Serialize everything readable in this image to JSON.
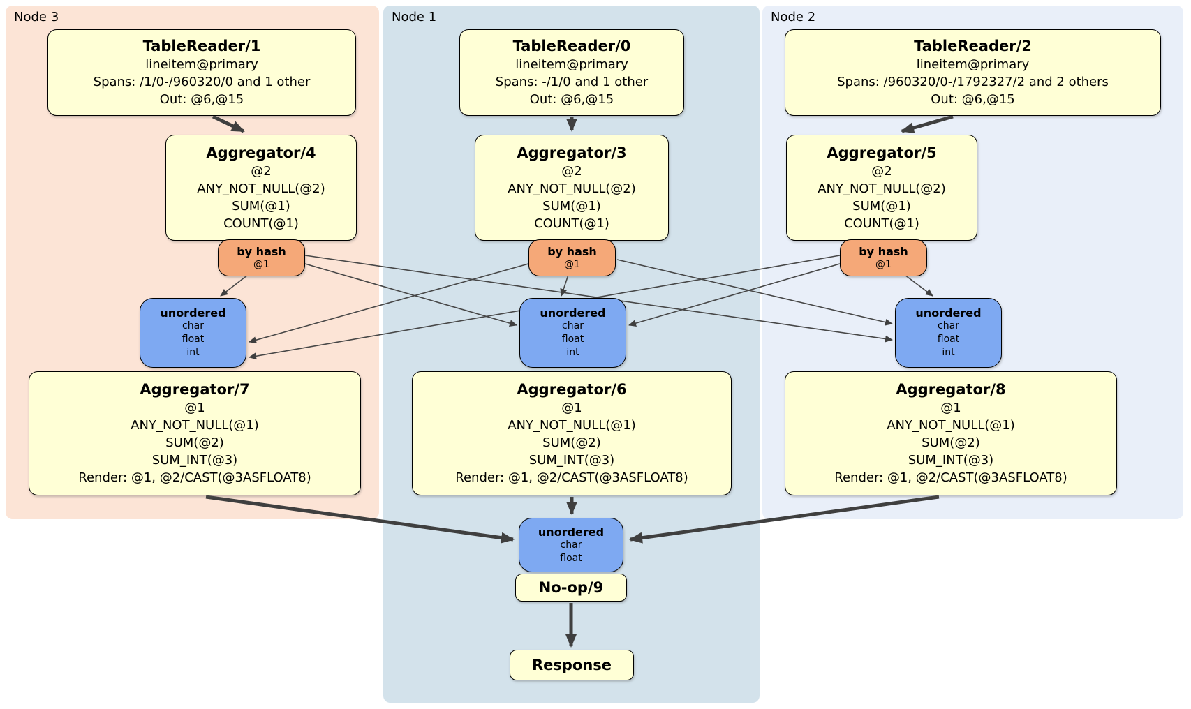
{
  "colors": {
    "node3_panel_bg": "#fce4d6",
    "node1_panel_bg": "#d3e2eb",
    "node2_panel_bg": "#e9eff9",
    "processor_box_bg": "#ffffd6",
    "hash_router_bg": "#f5a878",
    "unordered_sync_bg": "#7ea9f2",
    "edge_color": "#3f3f3f"
  },
  "node3": {
    "label": "Node 3",
    "tablereader": {
      "title": "TableReader/1",
      "index": "lineitem@primary",
      "spans": "Spans: /1/0-/960320/0 and 1 other",
      "out": "Out: @6,@15"
    },
    "aggregator_top": {
      "title": "Aggregator/4",
      "l1": "@2",
      "l2": "ANY_NOT_NULL(@2)",
      "l3": "SUM(@1)",
      "l4": "COUNT(@1)"
    },
    "router": {
      "title": "by hash",
      "l1": "@1"
    },
    "sync": {
      "title": "unordered",
      "l1": "char",
      "l2": "float",
      "l3": "int"
    },
    "aggregator_bottom": {
      "title": "Aggregator/7",
      "l1": "@1",
      "l2": "ANY_NOT_NULL(@1)",
      "l3": "SUM(@2)",
      "l4": "SUM_INT(@3)",
      "l5": "Render: @1, @2/CAST(@3ASFLOAT8)"
    }
  },
  "node1": {
    "label": "Node 1",
    "tablereader": {
      "title": "TableReader/0",
      "index": "lineitem@primary",
      "spans": "Spans: -/1/0 and 1 other",
      "out": "Out: @6,@15"
    },
    "aggregator_top": {
      "title": "Aggregator/3",
      "l1": "@2",
      "l2": "ANY_NOT_NULL(@2)",
      "l3": "SUM(@1)",
      "l4": "COUNT(@1)"
    },
    "router": {
      "title": "by hash",
      "l1": "@1"
    },
    "sync": {
      "title": "unordered",
      "l1": "char",
      "l2": "float",
      "l3": "int"
    },
    "aggregator_bottom": {
      "title": "Aggregator/6",
      "l1": "@1",
      "l2": "ANY_NOT_NULL(@1)",
      "l3": "SUM(@2)",
      "l4": "SUM_INT(@3)",
      "l5": "Render: @1, @2/CAST(@3ASFLOAT8)"
    },
    "sync_final": {
      "title": "unordered",
      "l1": "char",
      "l2": "float"
    },
    "noop": {
      "title": "No-op/9"
    },
    "response": {
      "title": "Response"
    }
  },
  "node2": {
    "label": "Node 2",
    "tablereader": {
      "title": "TableReader/2",
      "index": "lineitem@primary",
      "spans": "Spans: /960320/0-/1792327/2 and 2 others",
      "out": "Out: @6,@15"
    },
    "aggregator_top": {
      "title": "Aggregator/5",
      "l1": "@2",
      "l2": "ANY_NOT_NULL(@2)",
      "l3": "SUM(@1)",
      "l4": "COUNT(@1)"
    },
    "router": {
      "title": "by hash",
      "l1": "@1"
    },
    "sync": {
      "title": "unordered",
      "l1": "char",
      "l2": "float",
      "l3": "int"
    },
    "aggregator_bottom": {
      "title": "Aggregator/8",
      "l1": "@1",
      "l2": "ANY_NOT_NULL(@1)",
      "l3": "SUM(@2)",
      "l4": "SUM_INT(@3)",
      "l5": "Render: @1, @2/CAST(@3ASFLOAT8)"
    }
  }
}
